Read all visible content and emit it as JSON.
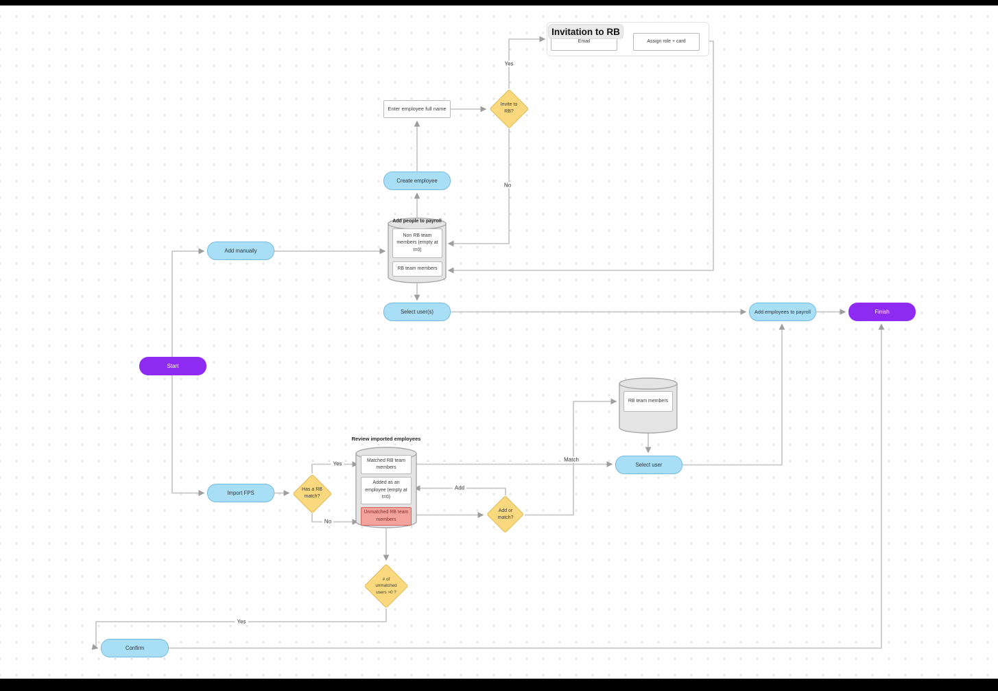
{
  "canvas": {
    "background": "#ffffff",
    "dot_color": "#d9d9d9",
    "line_color": "#c9c9c9"
  },
  "colors": {
    "blue_fill": "#a9def7",
    "blue_border": "#73bbe0",
    "purple_fill": "#8e2bf2",
    "yellow_fill": "#fad87e",
    "yellow_border": "#ddb955",
    "cylinder_fill": "#e4e4e4",
    "cylinder_border": "#a8a8a8",
    "red_fill": "#f3a29c",
    "red_border": "#d2655e"
  },
  "frame": {
    "title": "Invitation to RB",
    "email_label": "Email",
    "assign_label": "Assign role + card"
  },
  "nodes": {
    "enter_employee_name": "Enter employee full name",
    "create_employee": "Create employee",
    "add_manually": "Add manually",
    "select_users": "Select user(s)",
    "add_employees_to_payroll": "Add employees to payroll",
    "finish": "Finish",
    "start": "Start",
    "import_fps": "Import FPS",
    "select_user": "Select user",
    "confirm": "Confirm"
  },
  "decisions": {
    "invite_to_rb": "Invite to RB?",
    "has_rb_match": "Has a RB match?",
    "add_or_match": "Add or match?",
    "unmatched_users": "# of unmatched users >0 ?"
  },
  "databases": {
    "add_people_to_payroll": {
      "title": "Add people to payroll",
      "items": [
        "Non RB team members (empty at t=0)",
        "RB team members"
      ]
    },
    "rb_team_members": {
      "items": [
        "RB team members"
      ]
    },
    "review_imported": {
      "title": "Review imported employees",
      "items": [
        "Matched RB team members",
        "Added as an employee (empty at t=0)",
        "Unmatched RB team members"
      ]
    }
  },
  "edge_labels": {
    "invite_yes": "Yes",
    "invite_no": "No",
    "match_yes": "Yes",
    "match_no": "No",
    "add": "Add",
    "match": "Match",
    "unmatched_yes": "Yes"
  }
}
